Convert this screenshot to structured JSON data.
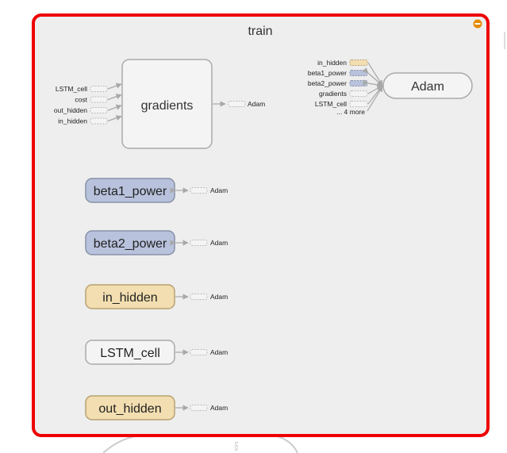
{
  "group": {
    "title": "train",
    "collapse_icon": "minus-circle-icon"
  },
  "colors": {
    "group_border": "#ee0000",
    "group_fill": "#eeeeee",
    "node_border": "#aaaaaa",
    "node_fill": "#f4f4f4",
    "blue_fill": "#b8c2dc",
    "blue_border": "#8891a8",
    "tan_fill": "#f2deb0",
    "tan_border": "#b8a070",
    "edge": "#a8a8a8",
    "stub_border": "#bbbbbb",
    "collapse_icon": "#e68a00"
  },
  "gradients_node": {
    "label": "gradients",
    "inputs": [
      "LSTM_cell",
      "cost",
      "out_hidden",
      "in_hidden"
    ],
    "output": "Adam"
  },
  "adam_node": {
    "label": "Adam",
    "inputs": [
      "in_hidden",
      "beta1_power",
      "beta2_power",
      "gradients",
      "LSTM_cell"
    ],
    "more": "... 4 more"
  },
  "var_nodes": [
    {
      "label": "beta1_power",
      "target": "Adam",
      "style": "blue"
    },
    {
      "label": "beta2_power",
      "target": "Adam",
      "style": "blue"
    },
    {
      "label": "in_hidden",
      "target": "Adam",
      "style": "tan"
    },
    {
      "label": "LSTM_cell",
      "target": "Adam",
      "style": "plain"
    },
    {
      "label": "out_hidden",
      "target": "Adam",
      "style": "tan"
    }
  ]
}
